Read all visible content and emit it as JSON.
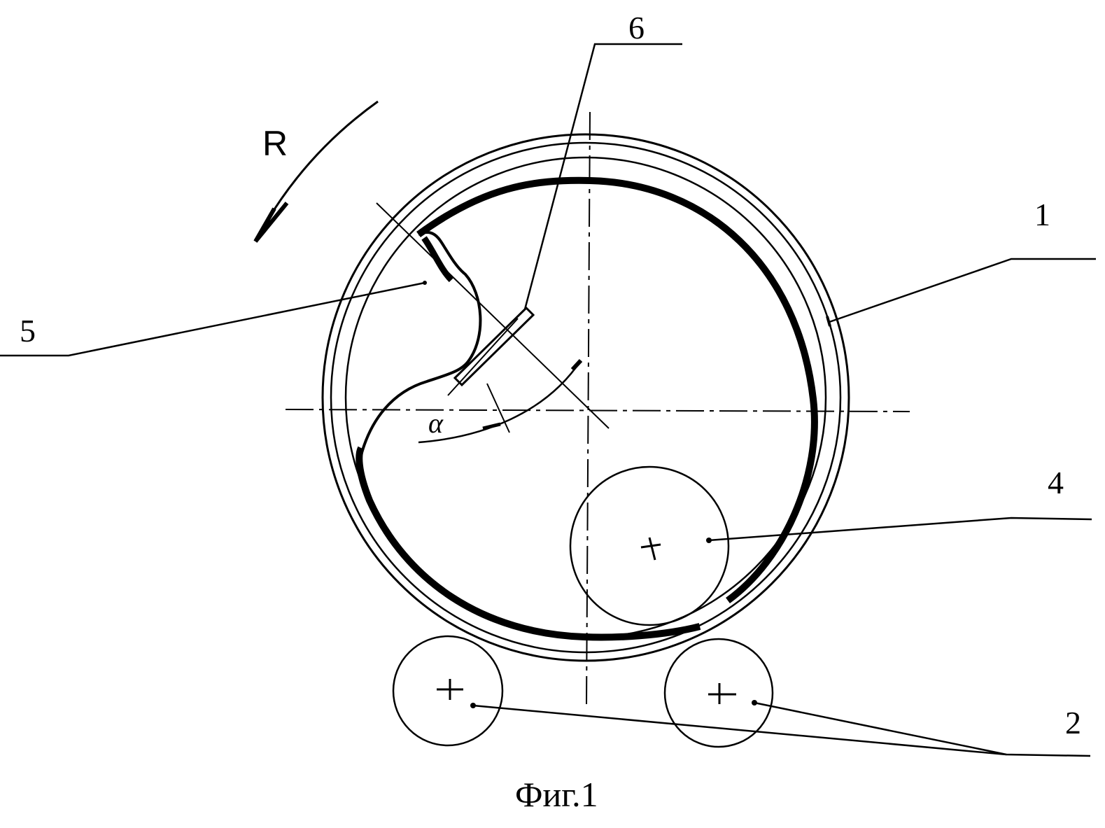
{
  "labels": {
    "drum": "1",
    "support_rollers": "2",
    "inner_roller": "4",
    "part_5": "5",
    "part_6": "6",
    "rotation": "R",
    "angle": "α"
  },
  "caption": "Фиг.1"
}
